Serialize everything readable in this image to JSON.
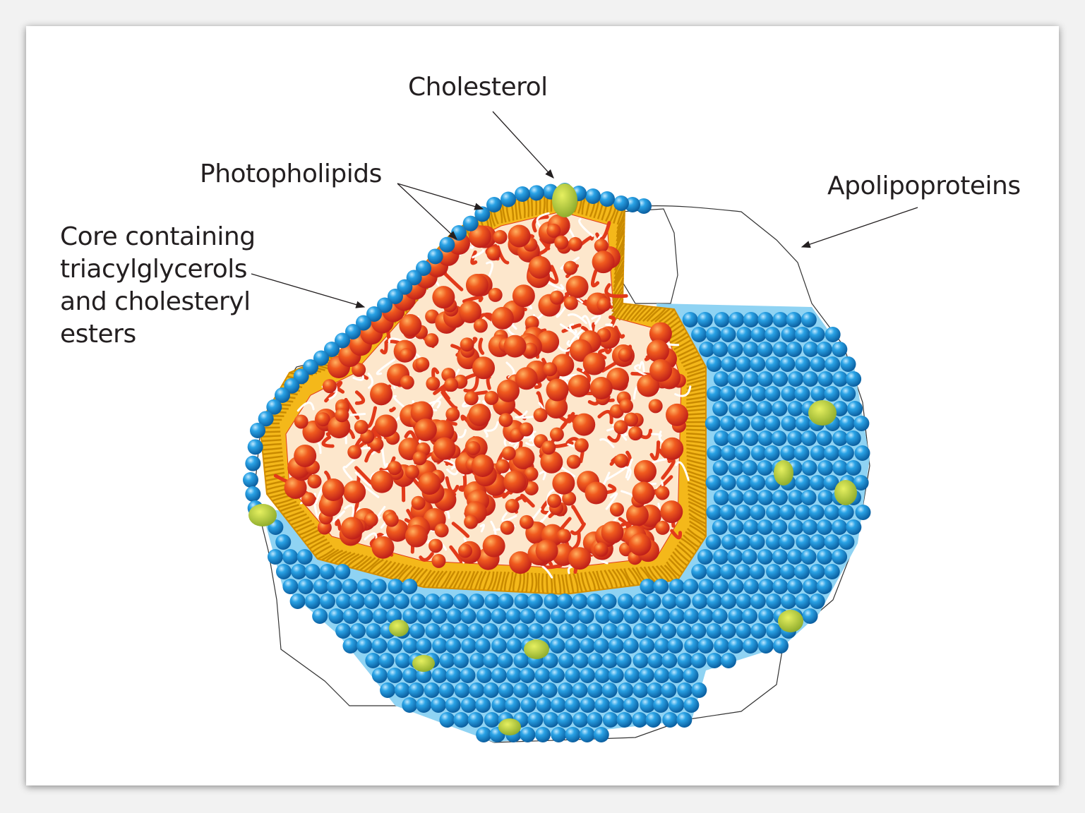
{
  "labels": {
    "cholesterol": "Cholesterol",
    "phospholipids": "Photopholipids",
    "apolipoproteins": "Apolipoproteins",
    "core": [
      "Core containing",
      "triacylglycerols",
      "and cholesteryl",
      "esters"
    ]
  },
  "colors": {
    "apolipoprotein_blue": "#1e8fd0",
    "core_red": "#e8461e",
    "tail_yellow": "#f0b400",
    "cholesterol_green": "#a8c23a",
    "text": "#231f20"
  }
}
